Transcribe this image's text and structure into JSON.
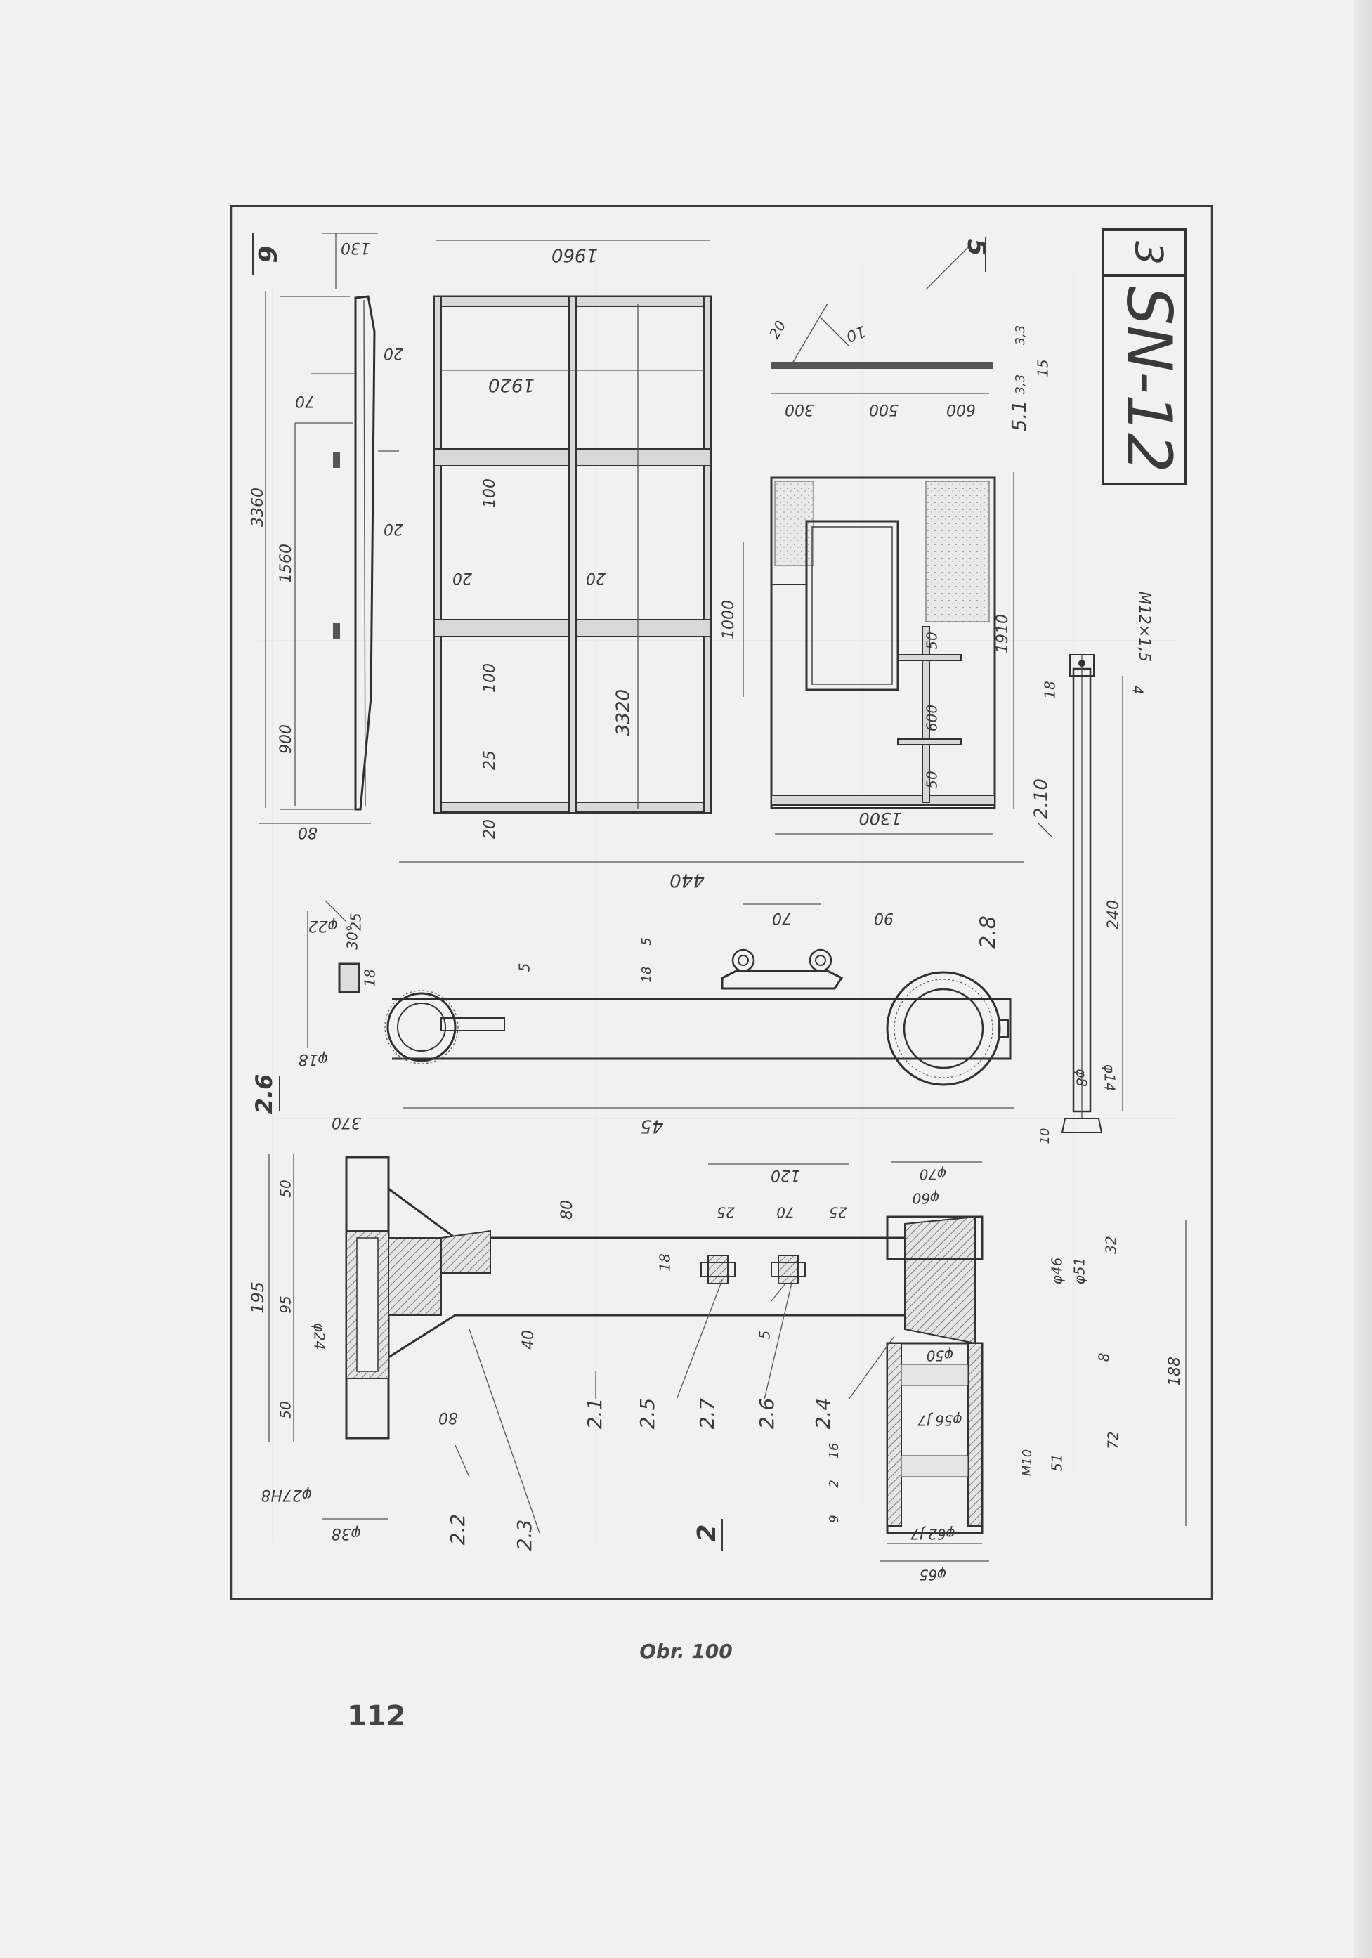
{
  "sheet": {
    "code": "SN-12",
    "sheet_no": "3",
    "caption": "Obr. 100",
    "page_number": "112"
  },
  "views": {
    "v6": {
      "label": "6",
      "dims": [
        "130",
        "3360",
        "1560",
        "900",
        "80",
        "70",
        "20",
        "20"
      ]
    },
    "frame": {
      "dims": [
        "1960",
        "1920",
        "3320",
        "100",
        "100",
        "20",
        "20",
        "25",
        "20"
      ]
    },
    "v5": {
      "label": "5",
      "dims": [
        "10",
        "20",
        "3,3",
        "3,3",
        "15",
        "300",
        "500",
        "600",
        "5.1",
        "1000",
        "1910",
        "50",
        "600",
        "50",
        "1300"
      ]
    },
    "v210": {
      "label": "2.10",
      "dims": [
        "M12×1,5",
        "4",
        "18",
        "240",
        "φ14",
        "φ8",
        "10"
      ]
    },
    "v28": {
      "label": "2.8",
      "dims": [
        "440",
        "90",
        "70",
        "18",
        "5",
        "5"
      ]
    },
    "v26": {
      "label": "2.6",
      "dims": [
        "φ22",
        "30°",
        "18",
        "φ18",
        "25",
        "370",
        "45"
      ]
    },
    "v2": {
      "label": "2",
      "parts": [
        "2.1",
        "2.2",
        "2.3",
        "2.4",
        "2.5",
        "2.6",
        "2.7"
      ],
      "dims": [
        "195",
        "50",
        "95",
        "50",
        "φ24",
        "80",
        "40",
        "80",
        "18",
        "5",
        "120",
        "25",
        "70",
        "25",
        "φ70",
        "φ60",
        "φ46",
        "φ51",
        "32",
        "8",
        "188",
        "φ50",
        "φ56 J7",
        "M10",
        "51",
        "72",
        "16",
        "2",
        "9",
        "φ62 J7",
        "φ65",
        "φ27H8",
        "φ38"
      ]
    }
  }
}
